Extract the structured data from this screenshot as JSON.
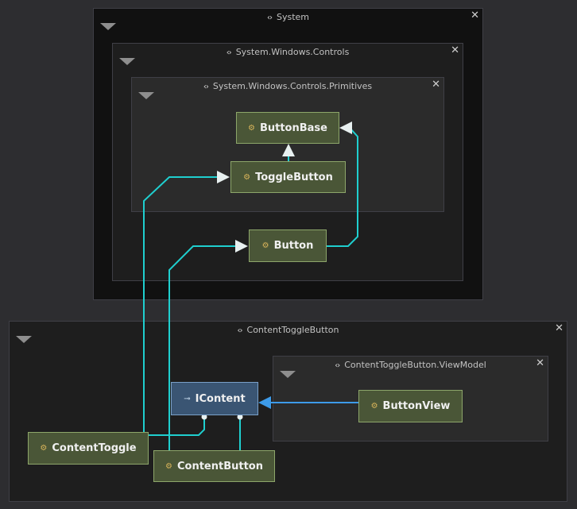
{
  "groups": {
    "system": "System",
    "windows_controls": "System.Windows.Controls",
    "primitives": "System.Windows.Controls.Primitives",
    "content_toggle_button": "ContentToggleButton",
    "viewmodel": "ContentToggleButton.ViewModel"
  },
  "nodes": {
    "button_base": "ButtonBase",
    "toggle_button": "ToggleButton",
    "button": "Button",
    "icontent": "IContent",
    "button_view": "ButtonView",
    "content_toggle": "ContentToggle",
    "content_button": "ContentButton"
  },
  "icons": {
    "namespace": "namespace-icon",
    "class": "class-icon",
    "interface": "interface-icon",
    "close": "close-icon",
    "collapse": "collapse-triangle-icon"
  },
  "colors": {
    "background": "#2d2d30",
    "class_fill": "#4a5637",
    "class_border": "#8da66a",
    "interface_fill": "#3a5573",
    "inheritance_edge": "#1fcfcf",
    "dependency_edge": "#3d9be9"
  }
}
